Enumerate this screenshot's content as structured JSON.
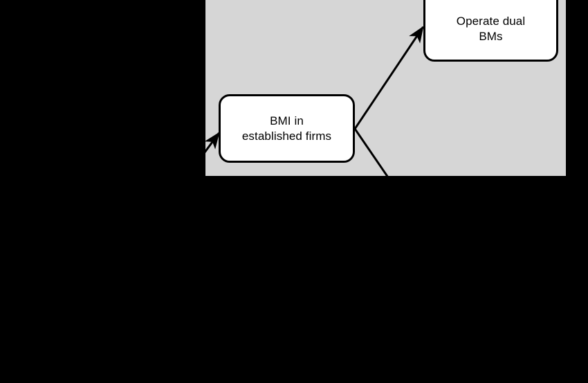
{
  "figure": {
    "type": "process-flow-diagram",
    "background_color": "#000000",
    "panel": {
      "name": "process-panel",
      "fill_color": "#d6d6d6",
      "border_color": "#000000",
      "cropped": "top edge cut off by frame"
    },
    "nodes": [
      {
        "id": "operate-dual-bms",
        "label": "Operate dual\nBMs",
        "line1": "Operate dual",
        "line2": "BMs",
        "fill_color": "#ffffff",
        "border_color": "#000000",
        "shape": "rounded-rectangle"
      },
      {
        "id": "bmi-established-firms",
        "label": "BMI in\nestablished firms",
        "line1": "BMI in",
        "line2": "established firms",
        "fill_color": "#ffffff",
        "border_color": "#000000",
        "shape": "rounded-rectangle"
      }
    ],
    "connectors": [
      {
        "id": "inbound-to-bmi",
        "from": "off-panel-left",
        "to": "bmi-established-firms",
        "arrowhead": "end",
        "color": "#000000"
      },
      {
        "id": "bmi-to-operate-dual-bms",
        "from": "bmi-established-firms",
        "to": "operate-dual-bms",
        "arrowhead": "end",
        "color": "#000000"
      },
      {
        "id": "bmi-to-offpanel-bottom",
        "from": "bmi-established-firms",
        "to": "off-panel-bottom",
        "arrowhead": "none",
        "color": "#000000"
      }
    ]
  }
}
